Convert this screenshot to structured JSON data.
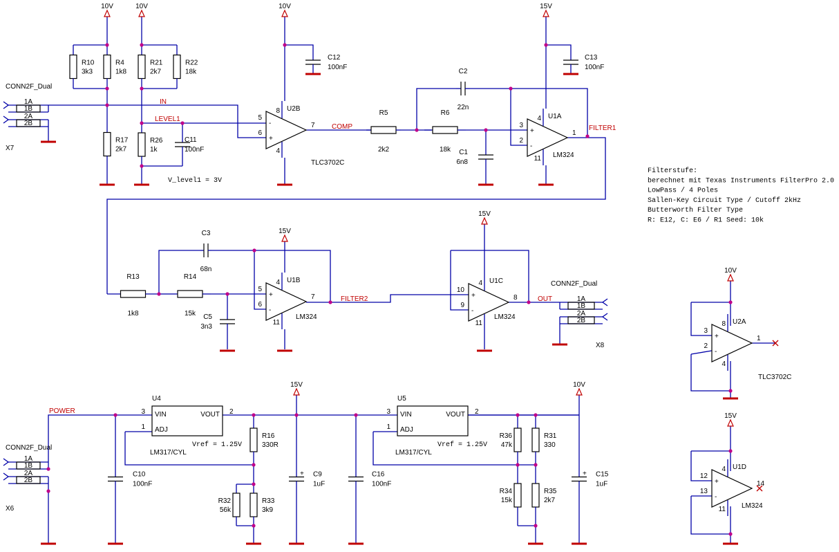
{
  "supplies": {
    "v10": "10V",
    "v15": "15V"
  },
  "connectors": {
    "x7": {
      "type": "CONN2F_Dual",
      "ref": "X7",
      "pins": [
        "1A",
        "1B",
        "2A",
        "2B"
      ]
    },
    "x8": {
      "type": "CONN2F_Dual",
      "ref": "X8",
      "pins": [
        "1A",
        "1B",
        "2A",
        "2B"
      ]
    },
    "x6": {
      "type": "CONN2F_Dual",
      "ref": "X6",
      "pins": [
        "1A",
        "1B",
        "2A",
        "2B"
      ]
    }
  },
  "nets": {
    "in": "IN",
    "level1": "LEVEL1",
    "comp": "COMP",
    "filter1": "FILTER1",
    "filter2": "FILTER2",
    "out": "OUT",
    "power": "POWER"
  },
  "resistors": {
    "r10": {
      "ref": "R10",
      "val": "3k3"
    },
    "r4": {
      "ref": "R4",
      "val": "1k8"
    },
    "r21": {
      "ref": "R21",
      "val": "2k7"
    },
    "r22": {
      "ref": "R22",
      "val": "18k"
    },
    "r17": {
      "ref": "R17",
      "val": "2k7"
    },
    "r26": {
      "ref": "R26",
      "val": "1k"
    },
    "r5": {
      "ref": "R5",
      "val": "2k2"
    },
    "r6": {
      "ref": "R6",
      "val": "18k"
    },
    "r13": {
      "ref": "R13",
      "val": "1k8"
    },
    "r14": {
      "ref": "R14",
      "val": "15k"
    },
    "r16": {
      "ref": "R16",
      "val": "330R"
    },
    "r32": {
      "ref": "R32",
      "val": "56k"
    },
    "r33": {
      "ref": "R33",
      "val": "3k9"
    },
    "r36": {
      "ref": "R36",
      "val": "47k"
    },
    "r31": {
      "ref": "R31",
      "val": "330"
    },
    "r34": {
      "ref": "R34",
      "val": "15k"
    },
    "r35": {
      "ref": "R35",
      "val": "2k7"
    }
  },
  "capacitors": {
    "c11": {
      "ref": "C11",
      "val": "100nF"
    },
    "c12": {
      "ref": "C12",
      "val": "100nF"
    },
    "c13": {
      "ref": "C13",
      "val": "100nF"
    },
    "c2": {
      "ref": "C2",
      "val": "22n"
    },
    "c1": {
      "ref": "C1",
      "val": "6n8"
    },
    "c3": {
      "ref": "C3",
      "val": "68n"
    },
    "c5": {
      "ref": "C5",
      "val": "3n3"
    },
    "c10": {
      "ref": "C10",
      "val": "100nF"
    },
    "c16": {
      "ref": "C16",
      "val": "100nF"
    },
    "c9": {
      "ref": "C9",
      "val": "1uF"
    },
    "c15": {
      "ref": "C15",
      "val": "1uF"
    }
  },
  "opamps": {
    "u2b": {
      "ref": "U2B",
      "part": "TLC3702C",
      "pins": [
        "5",
        "6",
        "7",
        "8",
        "4"
      ]
    },
    "u1a": {
      "ref": "U1A",
      "part": "LM324",
      "pins": [
        "3",
        "2",
        "1",
        "4",
        "11"
      ]
    },
    "u1b": {
      "ref": "U1B",
      "part": "LM324",
      "pins": [
        "5",
        "6",
        "7",
        "4",
        "11"
      ]
    },
    "u1c": {
      "ref": "U1C",
      "part": "LM324",
      "pins": [
        "10",
        "9",
        "8",
        "4",
        "11"
      ]
    },
    "u2a": {
      "ref": "U2A",
      "part": "TLC3702C",
      "pins": [
        "3",
        "2",
        "1",
        "8",
        "4"
      ]
    },
    "u1d": {
      "ref": "U1D",
      "part": "LM324",
      "pins": [
        "12",
        "13",
        "14",
        "4",
        "11"
      ]
    }
  },
  "regulators": {
    "u4": {
      "ref": "U4",
      "part": "LM317/CYL",
      "vin": "VIN",
      "vout": "VOUT",
      "adj": "ADJ",
      "vref": "Vref = 1.25V",
      "pins": [
        "3",
        "2",
        "1"
      ]
    },
    "u5": {
      "ref": "U5",
      "part": "LM317/CYL",
      "vin": "VIN",
      "vout": "VOUT",
      "adj": "ADJ",
      "vref": "Vref = 1.25V",
      "pins": [
        "3",
        "2",
        "1"
      ]
    }
  },
  "vlevel_note": "V_level1 = 3V",
  "notes": [
    "Filterstufe:",
    "berechnet mit Texas Instruments FilterPro 2.0",
    "LowPass / 4 Poles",
    "Sallen-Key Circuit Type / Cutoff 2kHz",
    "Butterworth Filter Type",
    "R: E12, C: E6 / R1 Seed: 10k"
  ],
  "colors": {
    "wire": "#0000a8",
    "net_label": "#c00000",
    "junction": "#c0008a",
    "ground": "#c00000"
  }
}
